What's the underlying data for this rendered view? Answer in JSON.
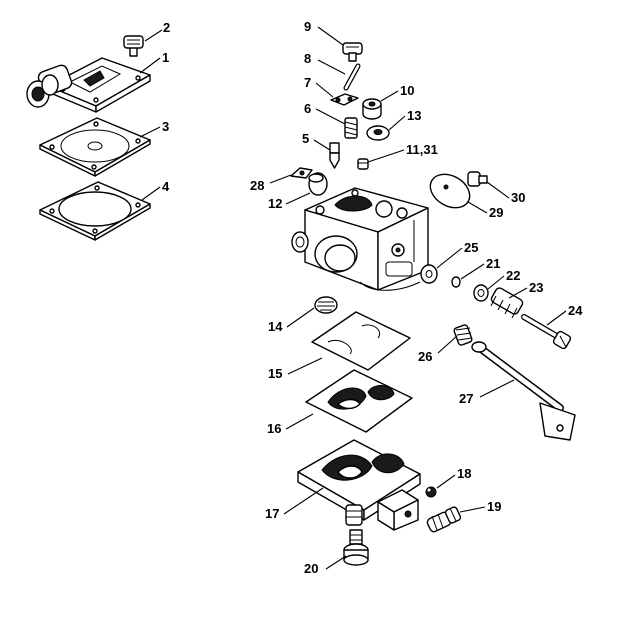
{
  "callouts": [
    {
      "id": "p1",
      "label": "1"
    },
    {
      "id": "p2",
      "label": "2"
    },
    {
      "id": "p3",
      "label": "3"
    },
    {
      "id": "p4",
      "label": "4"
    },
    {
      "id": "p5",
      "label": "5"
    },
    {
      "id": "p6",
      "label": "6"
    },
    {
      "id": "p7",
      "label": "7"
    },
    {
      "id": "p8",
      "label": "8"
    },
    {
      "id": "p9",
      "label": "9"
    },
    {
      "id": "p10",
      "label": "10"
    },
    {
      "id": "p11",
      "label": "11,31"
    },
    {
      "id": "p12",
      "label": "12"
    },
    {
      "id": "p13",
      "label": "13"
    },
    {
      "id": "p14",
      "label": "14"
    },
    {
      "id": "p15",
      "label": "15"
    },
    {
      "id": "p16",
      "label": "16"
    },
    {
      "id": "p17",
      "label": "17"
    },
    {
      "id": "p18",
      "label": "18"
    },
    {
      "id": "p19",
      "label": "19"
    },
    {
      "id": "p20",
      "label": "20"
    },
    {
      "id": "p21",
      "label": "21"
    },
    {
      "id": "p22",
      "label": "22"
    },
    {
      "id": "p23",
      "label": "23"
    },
    {
      "id": "p24",
      "label": "24"
    },
    {
      "id": "p25",
      "label": "25"
    },
    {
      "id": "p26",
      "label": "26"
    },
    {
      "id": "p27",
      "label": "27"
    },
    {
      "id": "p28",
      "label": "28"
    },
    {
      "id": "p29",
      "label": "29"
    },
    {
      "id": "p30",
      "label": "30"
    }
  ]
}
